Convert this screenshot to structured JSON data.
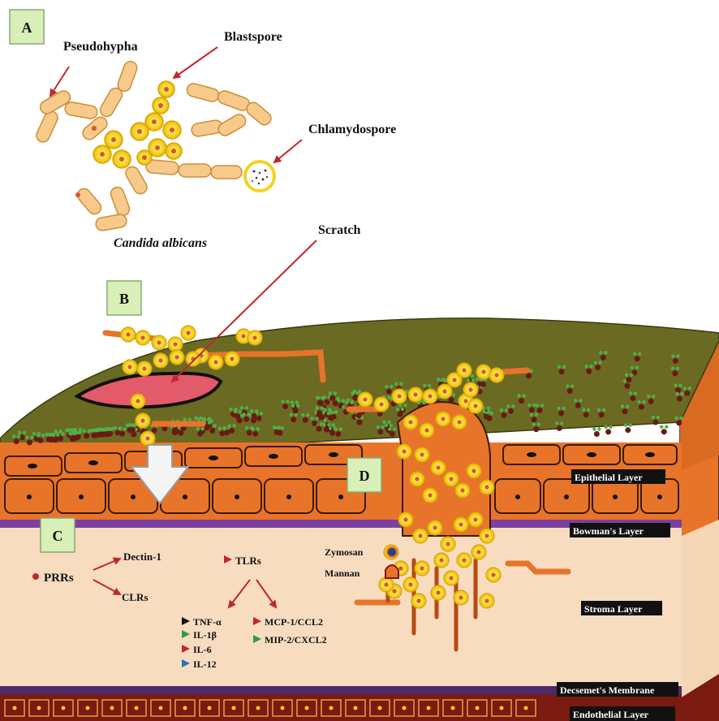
{
  "panels": {
    "a": "A",
    "b": "B",
    "c": "C",
    "d": "D"
  },
  "fungus": {
    "pseudohypha": "Pseudohypha",
    "blastspore": "Blastspore",
    "chlamydospore": "Chlamydospore",
    "species": "Candida albicans"
  },
  "injury": {
    "scratch": "Scratch"
  },
  "layers": {
    "epithelial": "Epithelial Layer",
    "bowmans": "Bowman's Layer",
    "stroma": "Stroma Layer",
    "descemets": "Decsemet's Membrane",
    "endothelial": "Endothelial Layer"
  },
  "immune": {
    "prrs": "PRRs",
    "dectin1": "Dectin-1",
    "clrs": "CLRs",
    "tlrs": "TLRs",
    "tnf": "TNF-α",
    "il1b": "IL-1β",
    "il6": "IL-6",
    "il12": "IL-12",
    "mcp1": "MCP-1/CCL2",
    "mip2": "MIP-2/CXCL2",
    "zymosan": "Zymosan",
    "mannan": "Mannan"
  },
  "colors": {
    "arrow": "#c0272d",
    "cornea_surface": "#6b6a22",
    "epithelium": "#e8742a",
    "bowman": "#7b3fa0",
    "stroma": "#f7dcc0",
    "endothelium": "#7a1a10",
    "yeast": "#f5d21c",
    "hypha": "#f7c98a",
    "panel_box": "#d8efb8",
    "marker_black": "#111111",
    "marker_green": "#2a9d4a",
    "marker_red": "#c0272d",
    "marker_blue": "#2f6fc0"
  }
}
